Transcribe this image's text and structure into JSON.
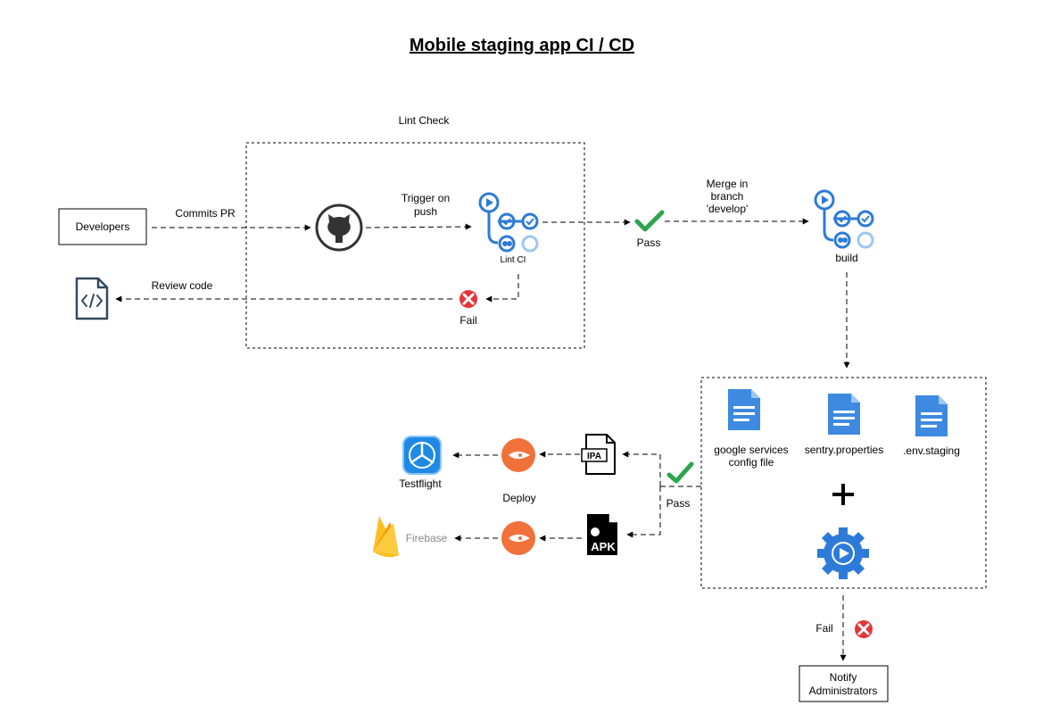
{
  "title": "Mobile staging app CI / CD ",
  "nodes": {
    "developers": "Developers",
    "lint_group": "Lint Check",
    "lint_ci": "Lint CI",
    "build": "build",
    "google_services": [
      "google services",
      "config file"
    ],
    "sentry": "sentry.properties",
    "env_staging": ".env.staging",
    "testflight": "Testflight",
    "firebase": "Firebase",
    "deploy": "Deploy",
    "notify": [
      "Notify",
      "Administrators"
    ],
    "ipa": "IPA",
    "apk": "APK"
  },
  "edges": {
    "commits_pr": "Commits PR",
    "trigger": [
      "Trigger on",
      "push"
    ],
    "pass_1": "Pass",
    "merge": [
      "Merge in",
      "branch",
      "'develop'"
    ],
    "review_code": "Review code",
    "fail_1": "Fail",
    "pass_2": "Pass",
    "fail_2": "Fail"
  },
  "colors": {
    "github_blue": "#2d7bd8",
    "pass_green": "#2ea44f",
    "fail_red": "#e5363a",
    "deploy_orange": "#f1713a",
    "doc_blue": "#3d8ae0",
    "firebase_yellow": "#fbbf24",
    "firebase_orange": "#f59e0b",
    "testflight_blue": "#1f8ae6",
    "github_gray": "#333333"
  }
}
